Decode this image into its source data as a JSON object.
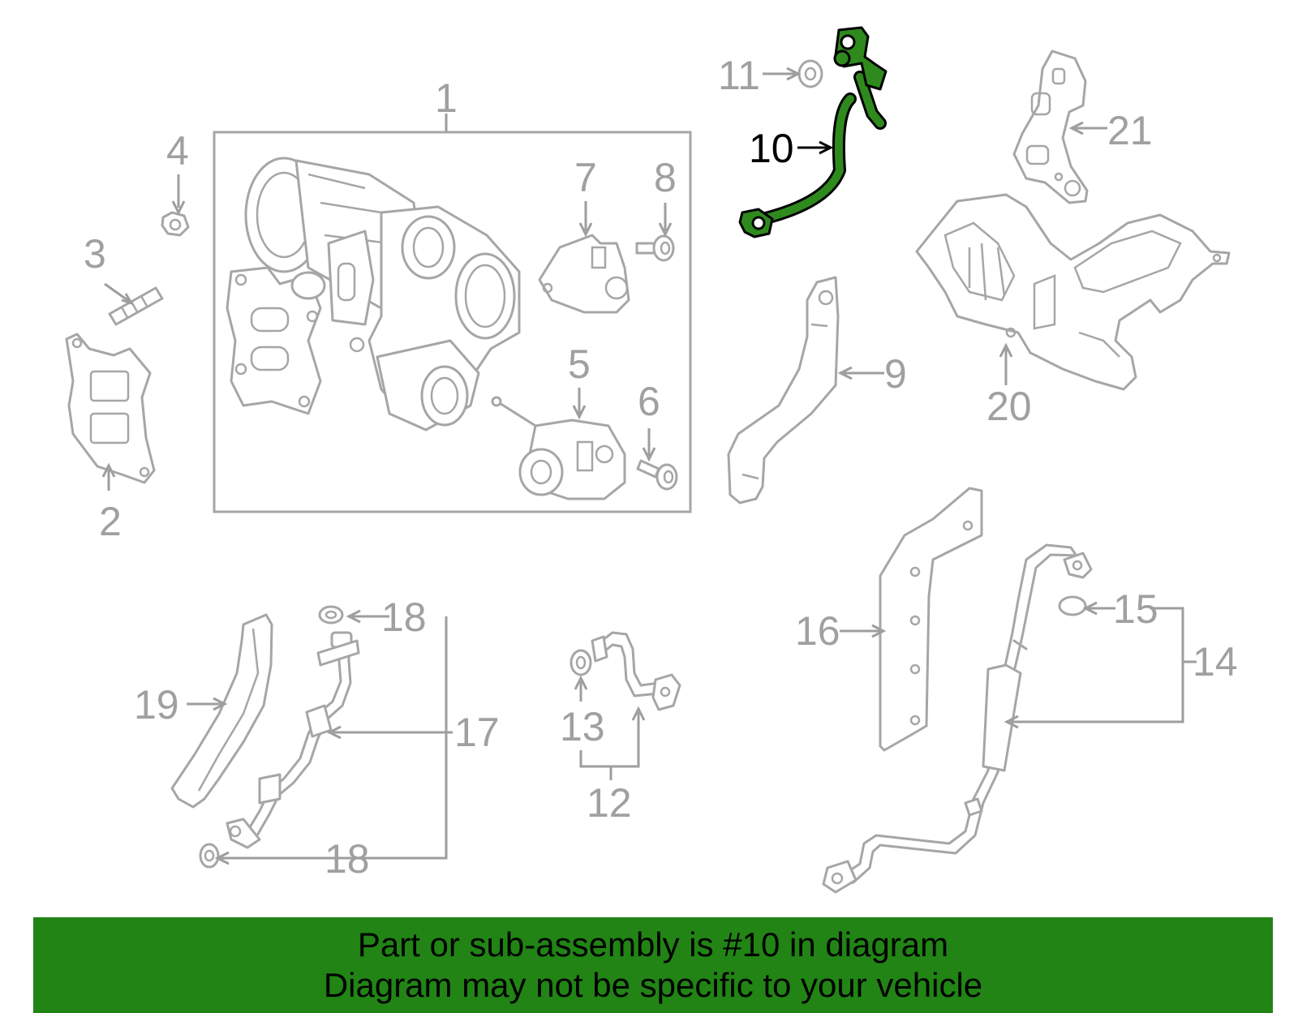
{
  "diagram": {
    "highlighted_part": "10",
    "highlight_color": "#2f8a1e",
    "part_color": "#a6a6a6",
    "labels": {
      "p1": "1",
      "p2": "2",
      "p3": "3",
      "p4": "4",
      "p5": "5",
      "p6": "6",
      "p7": "7",
      "p8": "8",
      "p9": "9",
      "p10": "10",
      "p11": "11",
      "p12": "12",
      "p13": "13",
      "p14": "14",
      "p15": "15",
      "p16": "16",
      "p17": "17",
      "p18a": "18",
      "p18b": "18",
      "p19": "19",
      "p20": "20",
      "p21": "21"
    }
  },
  "banner": {
    "line1": "Part or sub-assembly is #10 in diagram",
    "line2": "Diagram may not be specific to your vehicle",
    "background": "#218415"
  }
}
